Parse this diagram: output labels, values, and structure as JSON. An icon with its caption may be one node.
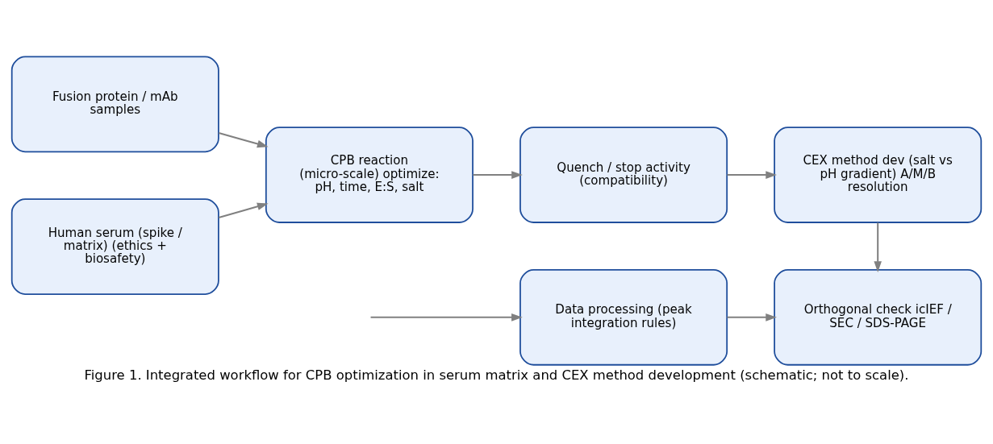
{
  "diagram": {
    "caption": "Figure 1. Integrated workflow for CPB optimization in serum matrix and CEX method development (schematic; not to scale).",
    "nodes": [
      {
        "text": [
          "Fusion protein / mAb samples"
        ]
      },
      {
        "text": [
          "CPB reaction (micro-scale) optimize: pH, time, E:S, salt"
        ]
      },
      {
        "text": [
          "Quench / stop activity (compatibility)"
        ]
      },
      {
        "text": [
          "CEX method dev (salt vs pH gradient) A/M/B resolution"
        ]
      },
      {
        "text": [
          "Human serum (spike / matrix) (ethics + biosafety)"
        ]
      },
      {
        "text": [
          "Data processing (peak integration rules)"
        ]
      },
      {
        "text": [
          "Orthogonal check icIEF / SEC / SDS-PAGE"
        ]
      }
    ],
    "edges": [
      {
        "from": 0,
        "to": 1,
        "arrow": "to"
      },
      {
        "from": 4,
        "to": 1,
        "arrow": "to"
      },
      {
        "from": 1,
        "to": 2,
        "arrow": "to"
      },
      {
        "from": 2,
        "to": 3,
        "arrow": "to"
      },
      {
        "from": 3,
        "to": 6,
        "arrow": "to"
      },
      {
        "from": null,
        "to": 5,
        "arrow": "to"
      },
      {
        "from": 5,
        "to": 6,
        "arrow": "to"
      }
    ]
  }
}
